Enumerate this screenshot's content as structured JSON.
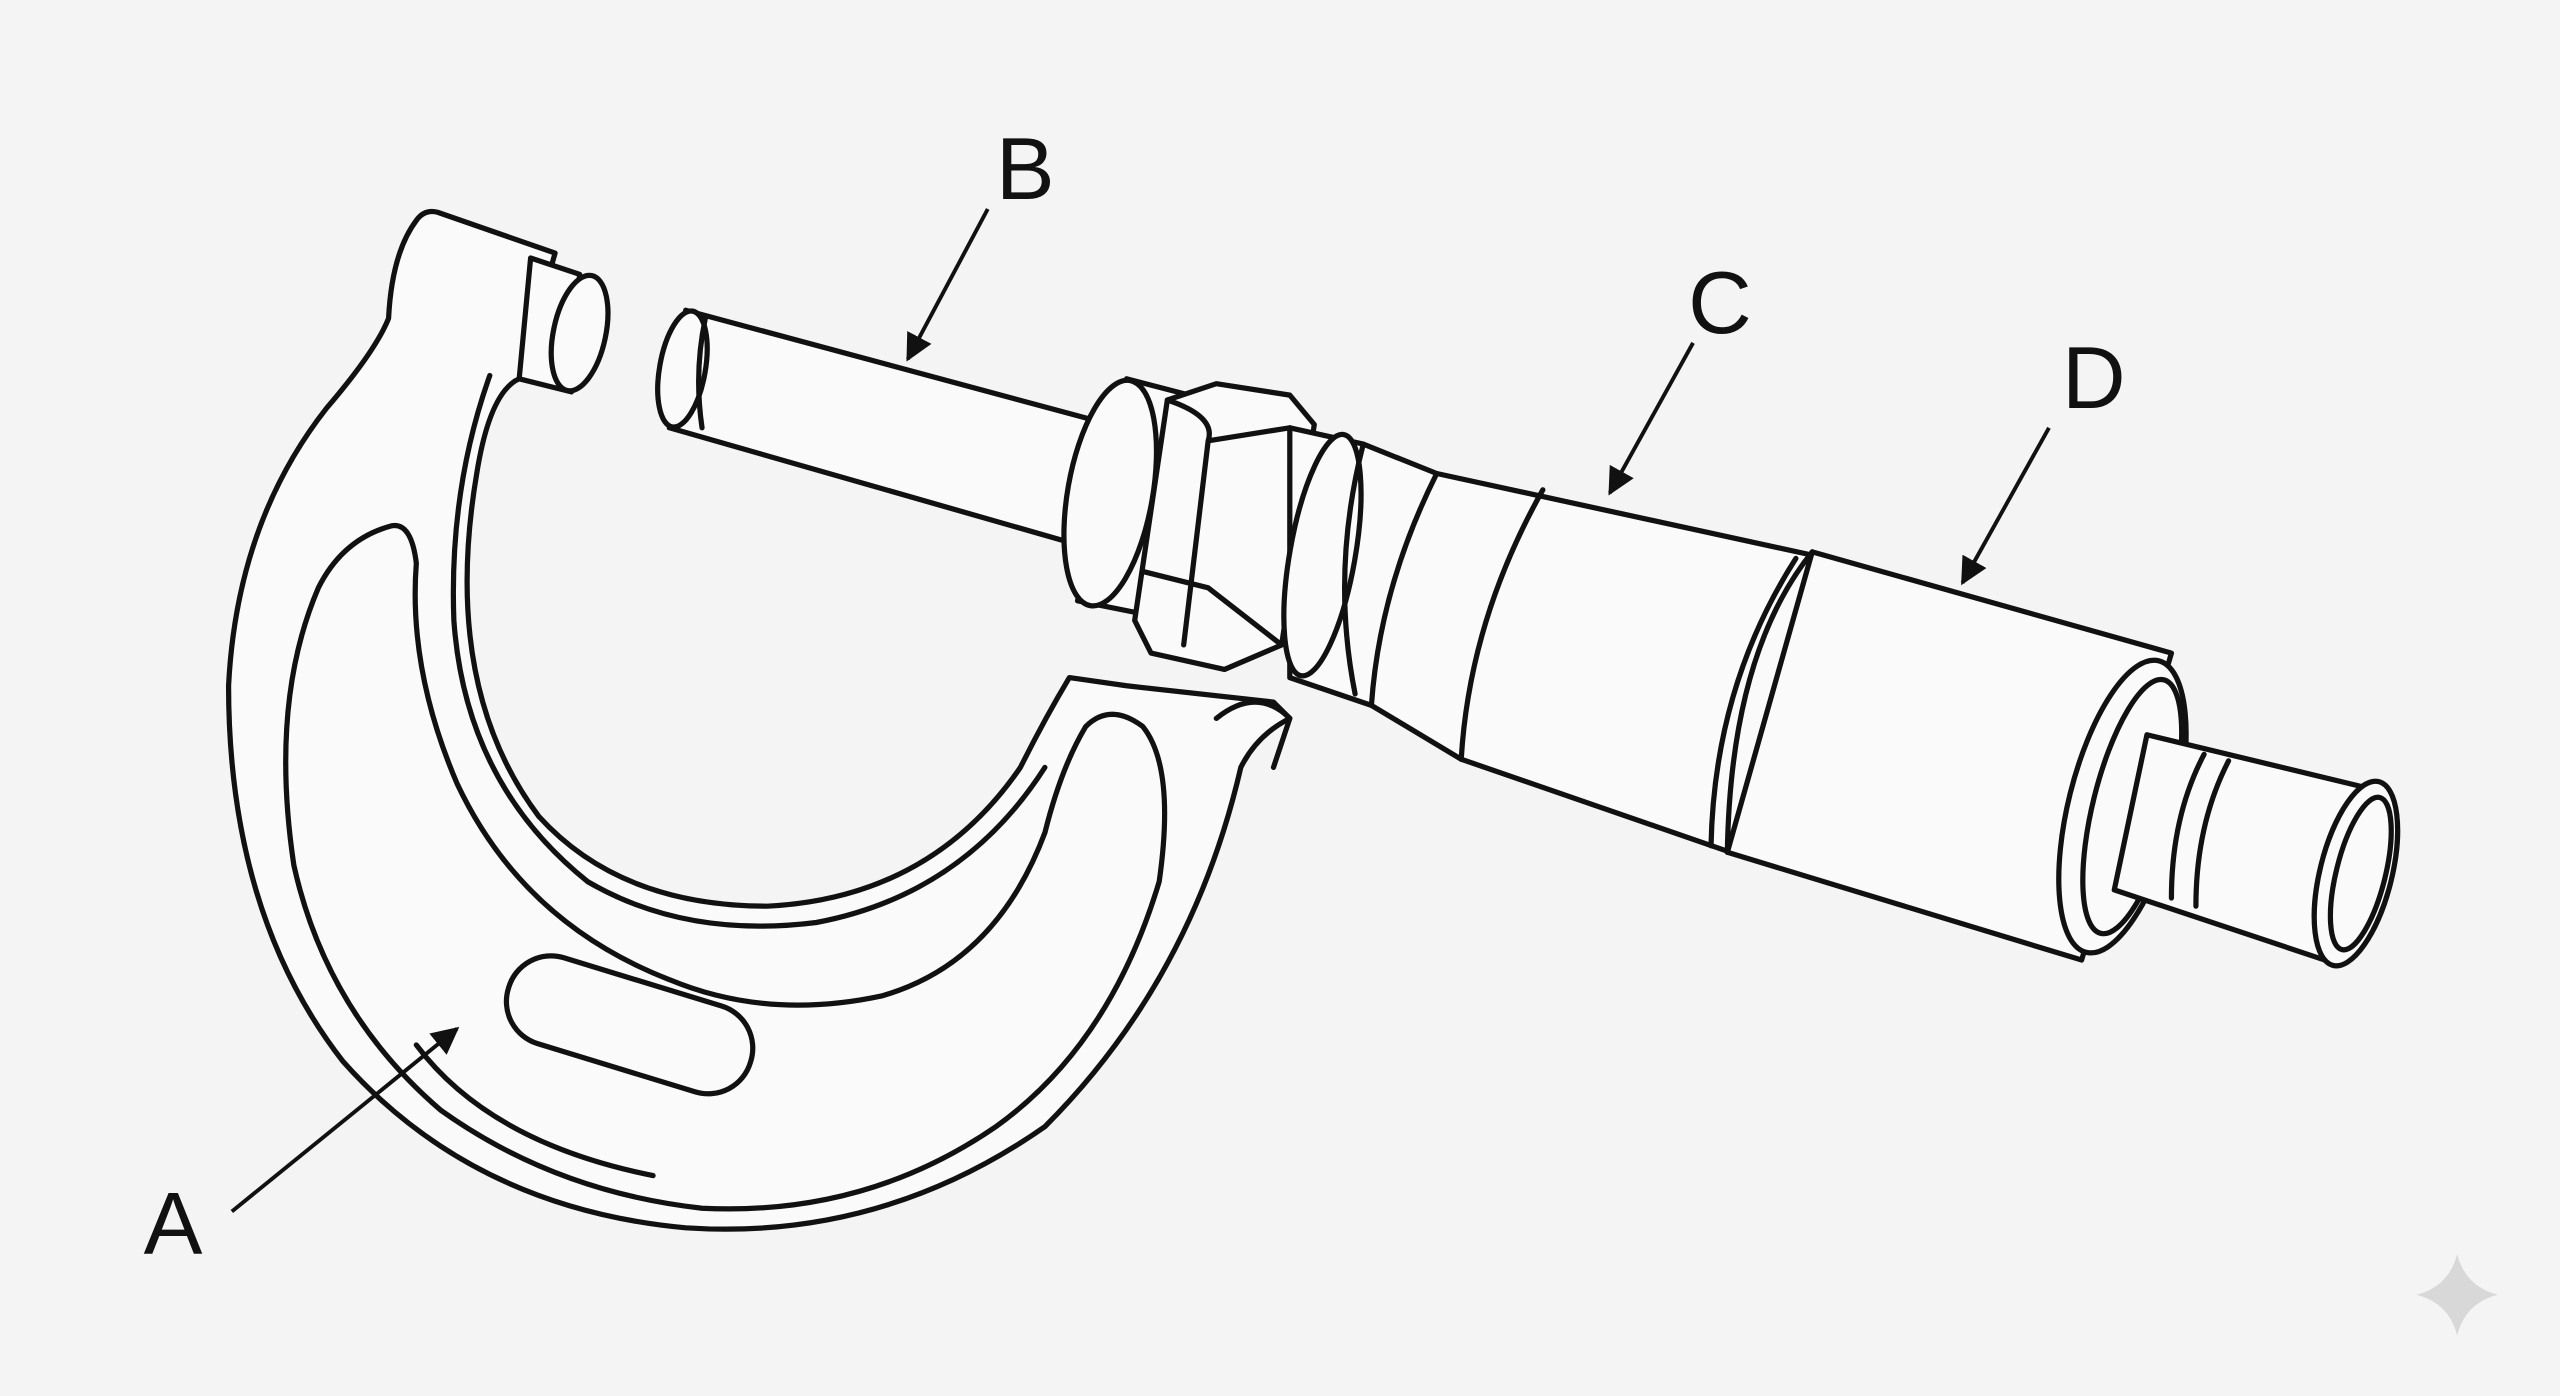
{
  "diagram": {
    "subject": "micrometer",
    "labels": {
      "a": "A",
      "b": "B",
      "c": "C",
      "d": "D"
    },
    "colors": {
      "background": "#f4f4f4",
      "line": "#111111",
      "watermark": "#d8d8d8"
    }
  }
}
